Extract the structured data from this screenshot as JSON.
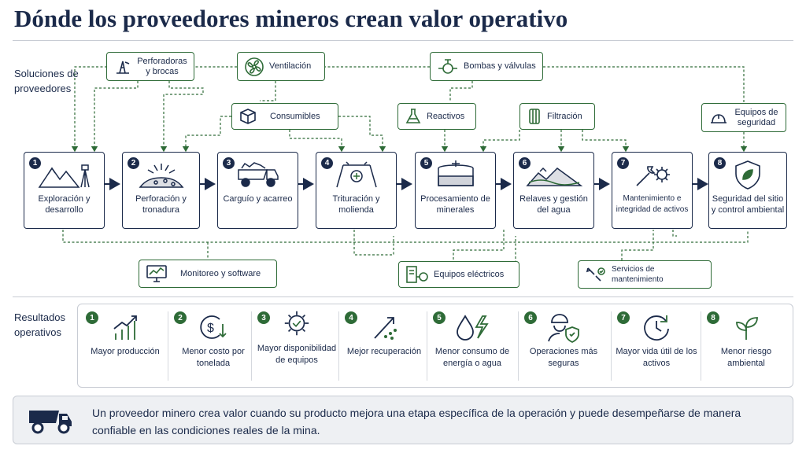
{
  "title": "Dónde los proveedores mineros crean valor operativo",
  "sections": {
    "suppliers_label": "Soluciones de proveedores",
    "results_label": "Resultados operativos"
  },
  "colors": {
    "navy": "#1b2a4a",
    "green": "#2e6b37",
    "divider": "#c8ccd4",
    "footer_bg": "#eef0f3"
  },
  "suppliers": [
    {
      "label": "Perforadoras y brocas",
      "icon": "drill-rig-icon"
    },
    {
      "label": "Ventilación",
      "icon": "fan-icon"
    },
    {
      "label": "Bombas y válvulas",
      "icon": "valve-icon"
    },
    {
      "label": "Consumibles",
      "icon": "box-icon"
    },
    {
      "label": "Reactivos",
      "icon": "flask-icon"
    },
    {
      "label": "Filtración",
      "icon": "filter-icon"
    },
    {
      "label": "Equipos de seguridad",
      "icon": "hardhat-icon"
    },
    {
      "label": "Monitoreo y software",
      "icon": "monitor-icon"
    },
    {
      "label": "Equipos eléctricos",
      "icon": "electrical-cabinet-icon"
    },
    {
      "label": "Servicios de mantenimiento",
      "icon": "service-tools-icon"
    }
  ],
  "stages": [
    {
      "number": "1",
      "label": "Exploración y desarrollo",
      "icon": "mountains-survey-icon"
    },
    {
      "number": "2",
      "label": "Perforación y tronadura",
      "icon": "blast-icon"
    },
    {
      "number": "3",
      "label": "Carguío y acarreo",
      "icon": "haul-truck-icon"
    },
    {
      "number": "4",
      "label": "Trituración y molienda",
      "icon": "crusher-icon"
    },
    {
      "number": "5",
      "label": "Procesamiento de minerales",
      "icon": "tank-icon"
    },
    {
      "number": "6",
      "label": "Relaves y gestión del agua",
      "icon": "tailings-icon"
    },
    {
      "number": "7",
      "label": "Mantenimiento e integridad de activos",
      "icon": "wrench-gear-icon"
    },
    {
      "number": "8",
      "label": "Seguridad del sitio y control ambiental",
      "icon": "shield-leaf-icon"
    }
  ],
  "results": [
    {
      "number": "1",
      "label": "Mayor producción",
      "icon": "bar-growth-icon"
    },
    {
      "number": "2",
      "label": "Menor costo por tonelada",
      "icon": "cost-down-icon"
    },
    {
      "number": "3",
      "label": "Mayor disponibilidad de equipos",
      "icon": "gear-check-icon"
    },
    {
      "number": "4",
      "label": "Mejor recuperación",
      "icon": "recovery-arrow-icon"
    },
    {
      "number": "5",
      "label": "Menor consumo de energía o agua",
      "icon": "drop-bolt-icon"
    },
    {
      "number": "6",
      "label": "Operaciones más seguras",
      "icon": "worker-shield-icon"
    },
    {
      "number": "7",
      "label": "Mayor vida útil de los activos",
      "icon": "lifecycle-clock-icon"
    },
    {
      "number": "8",
      "label": "Menor riesgo ambiental",
      "icon": "sprout-icon"
    }
  ],
  "footer": {
    "icon": "haul-truck-icon",
    "text": "Un proveedor minero crea valor cuando su producto mejora una etapa específica de la operación y puede desempeñarse de manera confiable en las condiciones reales de la mina."
  }
}
